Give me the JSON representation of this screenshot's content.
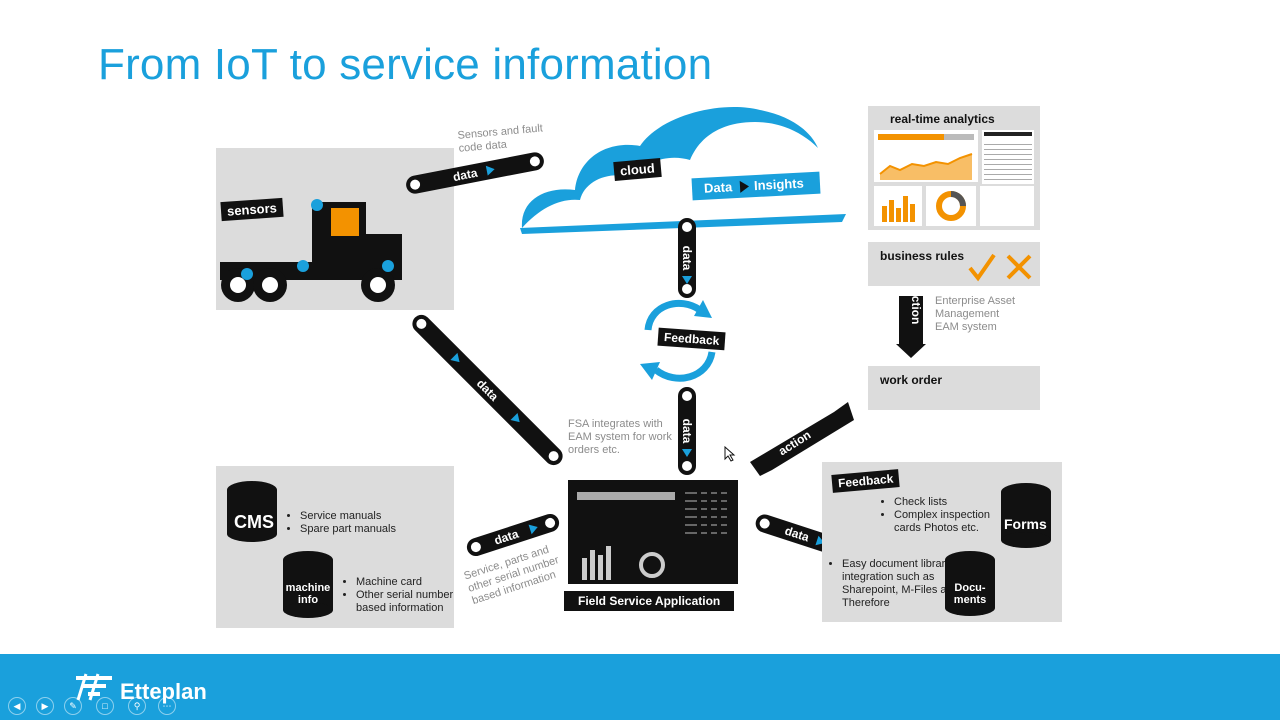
{
  "title": "From IoT to service information",
  "labels": {
    "sensors_note": "Sensors and fault code data",
    "cloud": "cloud",
    "data_insights_a": "Data",
    "data_insights_b": "Insights",
    "sensors": "sensors",
    "realtime": "real-time analytics",
    "business_rules": "business rules",
    "action": "action",
    "eam_note": "Enterprise Asset Management EAM system",
    "work_order": "work order",
    "feedback": "Feedback",
    "fsa_note": "FSA integrates with EAM system for work orders etc.",
    "data": "data",
    "fsa": "Field Service Application",
    "service_note": "Service, parts and other serial number based information",
    "cms": "CMS",
    "machine_info_1": "machine",
    "machine_info_2": "info",
    "forms": "Forms",
    "documents_1": "Docu-",
    "documents_2": "ments",
    "brand": "Etteplan"
  },
  "cms_list": [
    "Service manuals",
    "Spare part manuals"
  ],
  "machine_list": [
    "Machine card",
    "Other serial number based information"
  ],
  "feedback_list": [
    "Check lists",
    "Complex inspection cards Photos etc."
  ],
  "docs_list": [
    "Easy document library integration such as Sharepoint, M-Files and Therefore"
  ],
  "colors": {
    "accent": "#1aa0dc",
    "orange": "#f39200",
    "panel": "#dcdcdc"
  },
  "icons": [
    "check-icon",
    "cross-icon",
    "cursor-icon"
  ]
}
